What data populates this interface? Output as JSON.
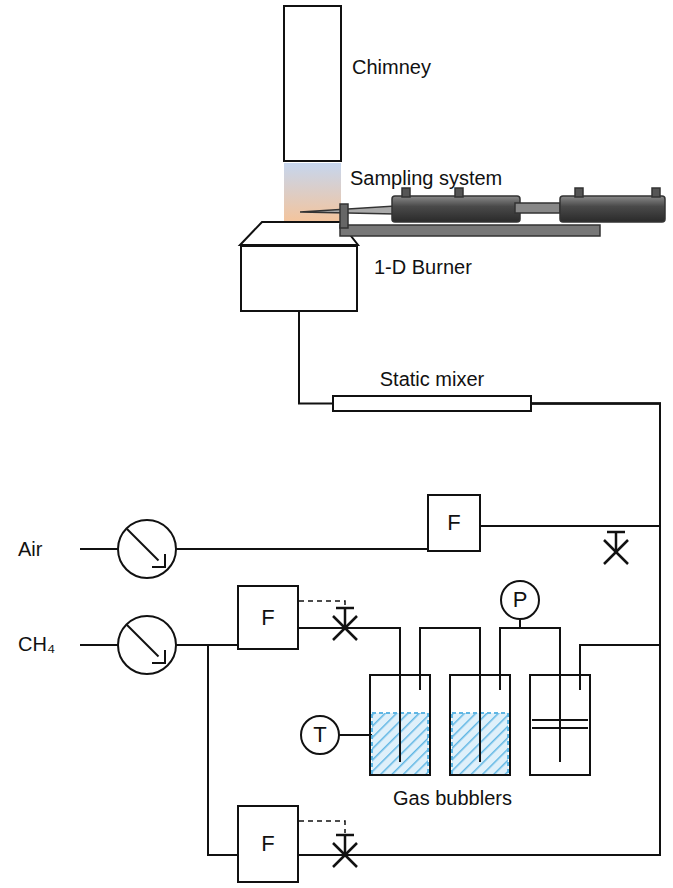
{
  "diagram": {
    "nodes": [
      {
        "text": [
          "Chimney"
        ]
      },
      {
        "text": [
          "1-D Burner"
        ]
      },
      {
        "text": [
          "Static mixer"
        ]
      },
      {
        "text": [
          "F"
        ]
      },
      {
        "text": [
          "F"
        ]
      },
      {
        "text": [
          "P"
        ]
      },
      {
        "text": [
          "T"
        ]
      },
      {
        "text": [
          "F"
        ]
      }
    ],
    "edges": [
      {
        "from": 2,
        "to": 1,
        "arrow": "none"
      },
      {
        "from": 3,
        "to": 2,
        "arrow": "none"
      },
      {
        "from": 4,
        "to": 2,
        "arrow": "none"
      },
      {
        "from": 7,
        "to": 2,
        "arrow": "none"
      }
    ],
    "labels": [
      "Sampling system",
      "Air",
      "CH₄",
      "Gas bubblers"
    ]
  }
}
